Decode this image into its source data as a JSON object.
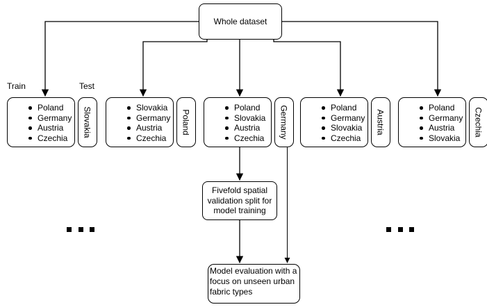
{
  "root_box": {
    "label": "Whole dataset"
  },
  "column_headers": {
    "train": "Train",
    "test": "Test"
  },
  "folds": [
    {
      "train": [
        "Poland",
        "Germany",
        "Austria",
        "Czechia"
      ],
      "test": "Slovakia"
    },
    {
      "train": [
        "Slovakia",
        "Germany",
        "Austria",
        "Czechia"
      ],
      "test": "Poland"
    },
    {
      "train": [
        "Poland",
        "Slovakia",
        "Austria",
        "Czechia"
      ],
      "test": "Germany"
    },
    {
      "train": [
        "Poland",
        "Germany",
        "Slovakia",
        "Czechia"
      ],
      "test": "Austria"
    },
    {
      "train": [
        "Poland",
        "Germany",
        "Austria",
        "Slovakia"
      ],
      "test": "Czechia"
    }
  ],
  "validation_box": {
    "lines": [
      "Fivefold spatial",
      "validation split for",
      "model training"
    ]
  },
  "evaluation_box": {
    "lines": [
      "Model evaluation with a",
      "focus on unseen urban",
      "fabric types"
    ]
  },
  "ellipsis": "...",
  "colors": {
    "stroke": "#000000",
    "background": "#ffffff"
  }
}
